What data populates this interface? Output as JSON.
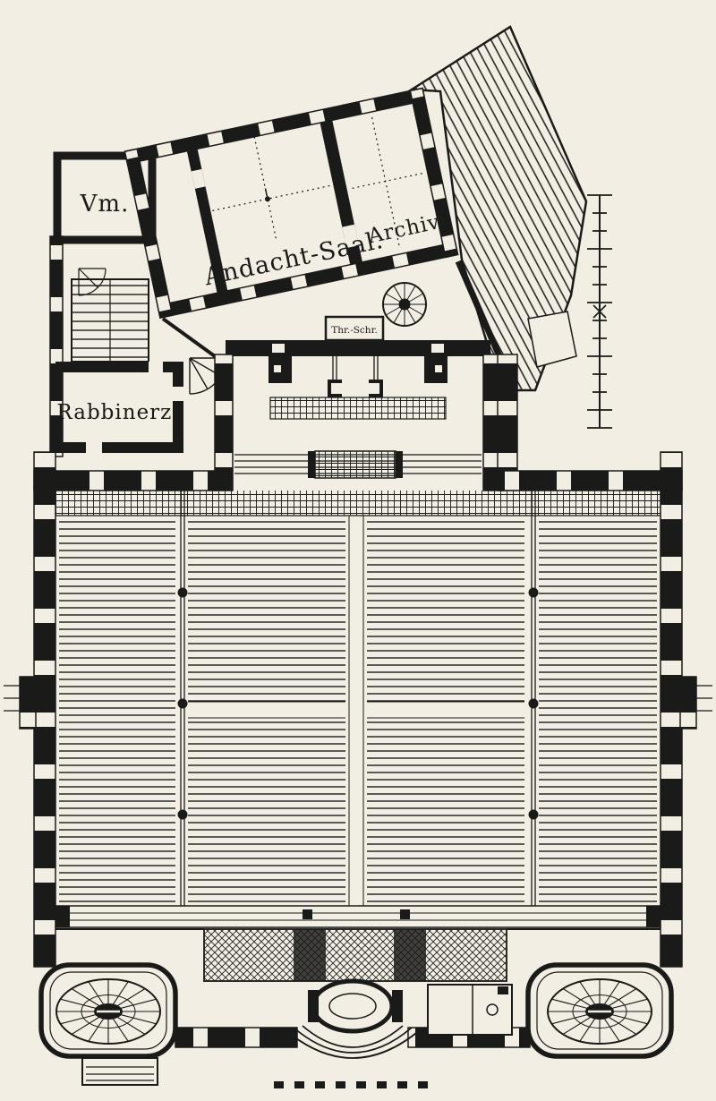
{
  "colors": {
    "paper": "#f2eee3",
    "ink": "#1a1a18"
  },
  "labels": {
    "vm": "Vm.",
    "andacht_saal": "Andacht-Saal.",
    "archiv": "Archiv.",
    "rabbinerz": "Rabbinerz.",
    "ark": "Thr.-Schr."
  }
}
